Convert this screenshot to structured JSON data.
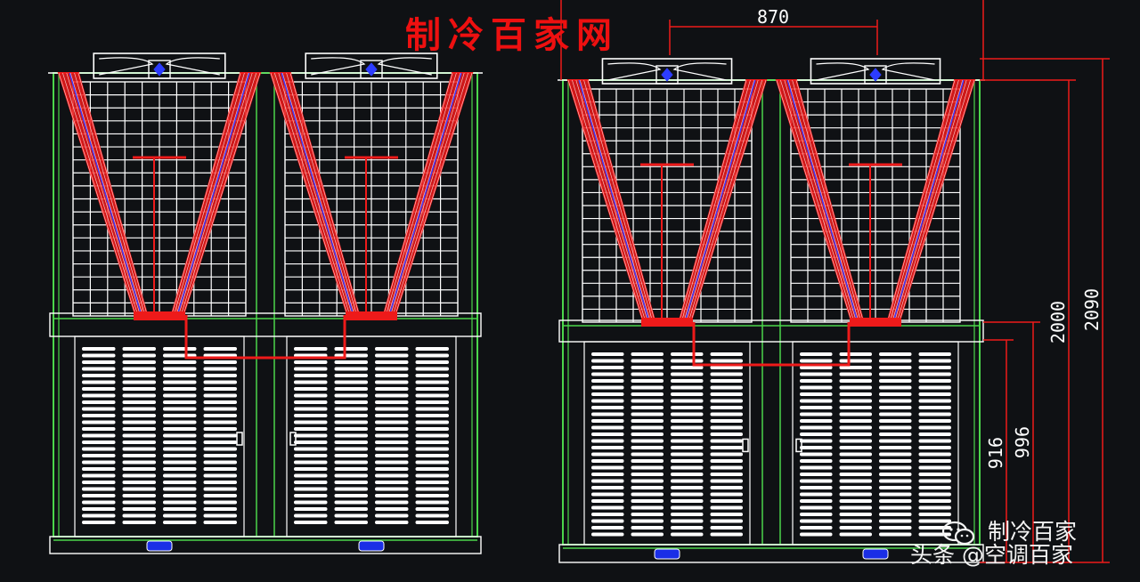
{
  "watermark_top": "制冷百家网",
  "watermark_bottom": {
    "line1": "制冷百家",
    "line2": "头条 @空调百家",
    "logo_icon": "wechat-icon"
  },
  "dimensions": {
    "width_870": "870",
    "height_2090": "2090",
    "height_2000": "2000",
    "height_996": "996",
    "height_916": "916"
  },
  "colors": {
    "background": "#0f1114",
    "frame": "#4bd64b",
    "grille": "#ffffff",
    "coil": "#ee1a1a",
    "coil_accent": "#3a3aff",
    "dimension": "#ee1a1a"
  }
}
